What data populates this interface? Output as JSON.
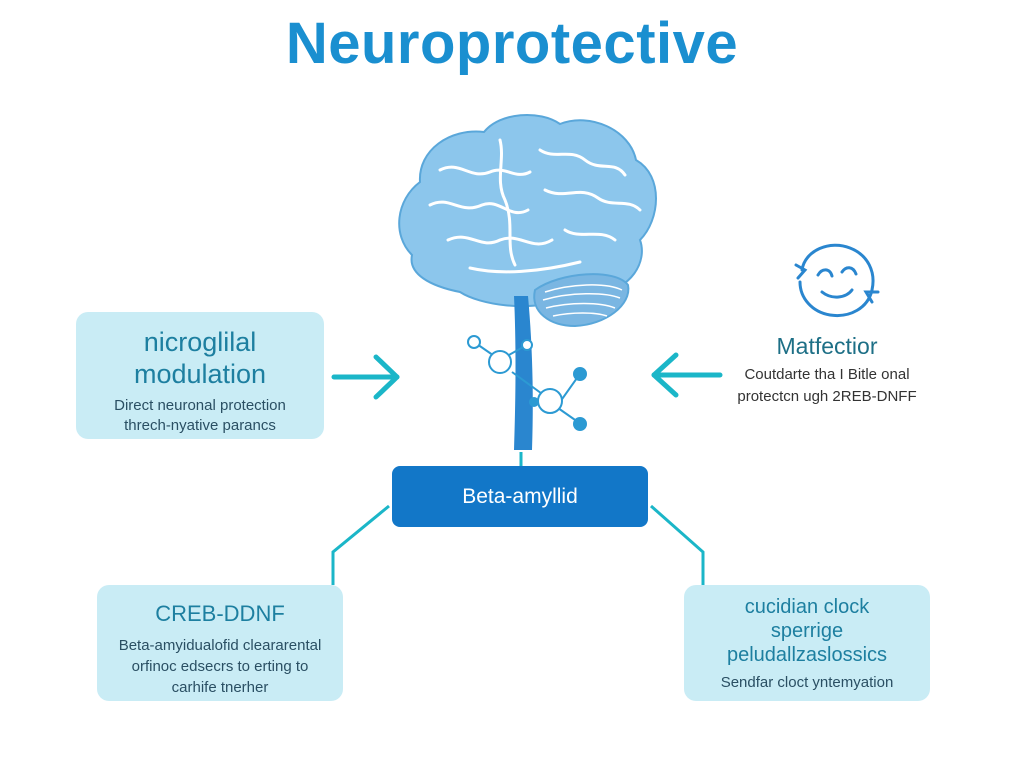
{
  "title": "Neuroprotective",
  "center_node": {
    "label": "Beta-amyllid"
  },
  "left_box": {
    "heading_lines": [
      "nicroglilal",
      "modulation"
    ],
    "desc_lines": [
      "Direct neuronal protection",
      "threch-nyative parancs"
    ]
  },
  "right_label": {
    "heading": "Matfectior",
    "desc_lines": [
      "Coutdarte tha I Bitle onal",
      "protectcn ugh 2REB-DNFF"
    ]
  },
  "bottom_left_box": {
    "heading": "CREB-DDNF",
    "desc_lines": [
      "Beta-amyidualofid cleararental",
      "orfinoc edsecrs to erting to",
      "carhife tnerher"
    ]
  },
  "bottom_right_box": {
    "heading_lines": [
      "cucidian clock",
      "sperrige",
      "peludallzaslossics"
    ],
    "desc_lines": [
      "Sendfar cloct yntemyation"
    ]
  },
  "colors": {
    "title": "#1a8fd0",
    "box_fill": "#c9ecf5",
    "center_fill": "#1277c8",
    "arrow": "#1bb6c8",
    "brain": "#8cc6ec",
    "brain_line": "#ffffff"
  },
  "icons": [
    "brain-icon",
    "molecule-icon",
    "face-icon",
    "arrow-right-icon",
    "arrow-left-icon"
  ]
}
